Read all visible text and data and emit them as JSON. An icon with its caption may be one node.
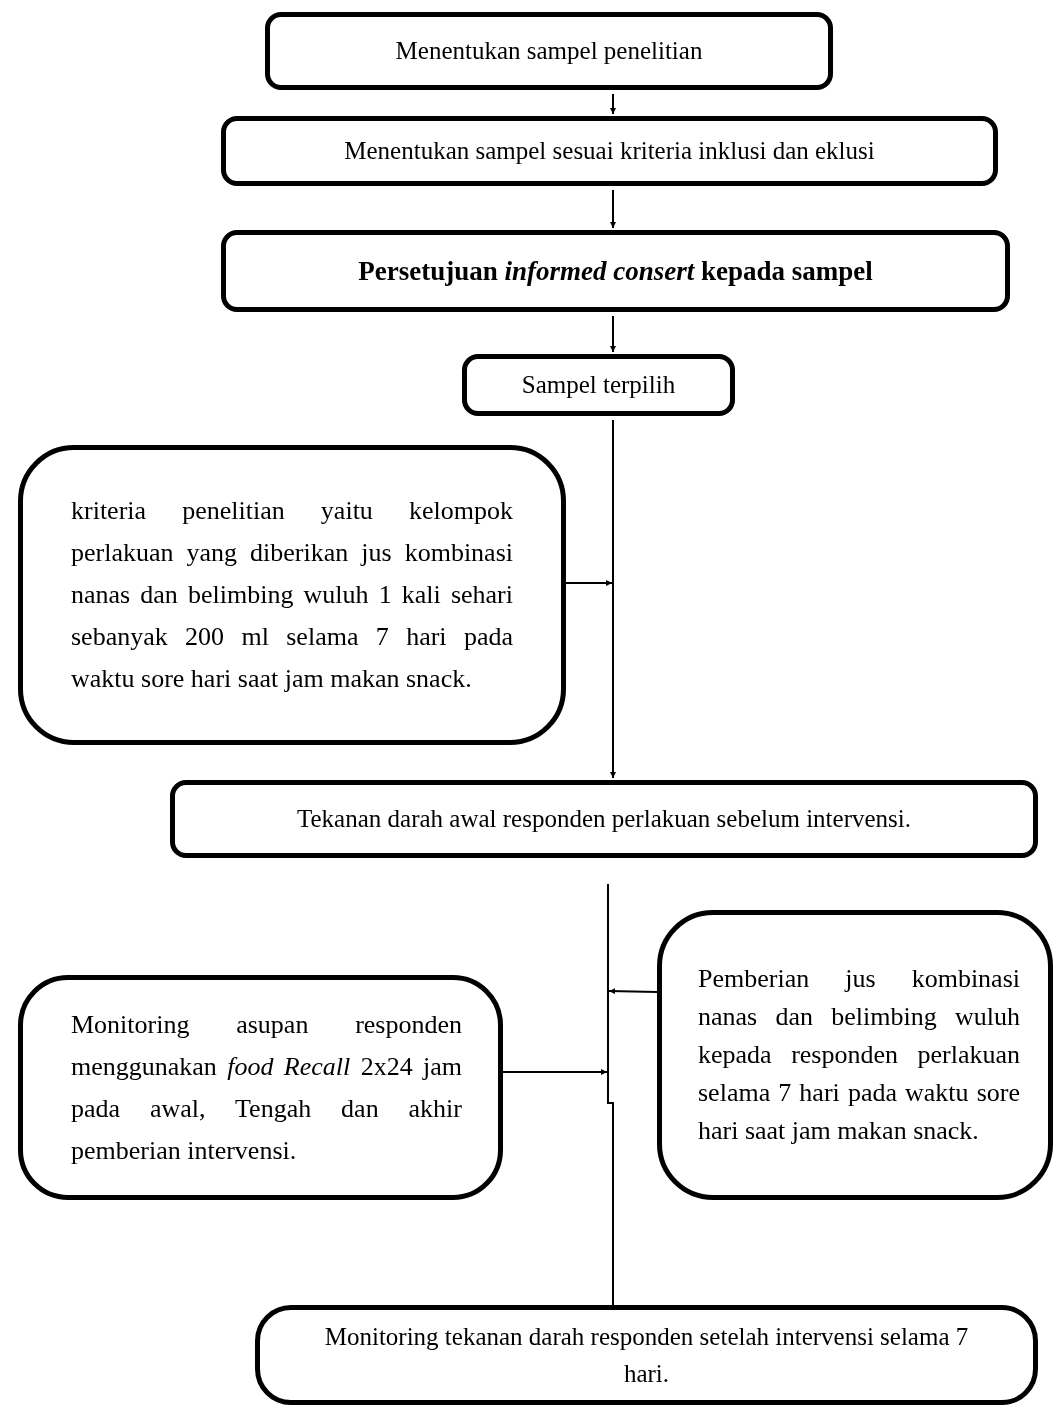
{
  "diagram": {
    "nodes": [
      {
        "text": [
          "Menentukan sampel penelitian"
        ]
      },
      {
        "text": [
          "Menentukan sampel sesuai kriteria inklusi dan eklusi"
        ]
      },
      {
        "text": [
          "Persetujuan *informed consert* kepada sampel"
        ]
      },
      {
        "text": [
          "Sampel terpilih"
        ]
      },
      {
        "text": [
          "kriteria penelitian yaitu kelompok perlakuan yang diberikan jus kombinasi nanas dan belimbing wuluh 1 kali sehari sebanyak 200 ml selama 7 hari pada waktu sore hari saat jam makan snack."
        ]
      },
      {
        "text": [
          "Tekanan darah awal responden perlakuan sebelum intervensi."
        ]
      },
      {
        "text": [
          "Pemberian jus kombinasi nanas dan belimbing wuluh kepada responden perlakuan selama 7 hari pada waktu sore hari saat jam makan snack."
        ]
      },
      {
        "text": [
          "Monitoring asupan responden menggunakan *food Recall* 2x24 jam pada awal, Tengah dan akhir pemberian intervensi."
        ]
      },
      {
        "text": [
          "Monitoring tekanan darah responden setelah intervensi selama 7 hari."
        ]
      }
    ],
    "edges": [
      {
        "from": 0,
        "to": 1,
        "arrow": "to"
      },
      {
        "from": 1,
        "to": 2,
        "arrow": "to"
      },
      {
        "from": 2,
        "to": 3,
        "arrow": "to"
      },
      {
        "from": 3,
        "to": 5,
        "arrow": "to"
      },
      {
        "from": 4,
        "to": null,
        "arrow": "to"
      },
      {
        "from": 6,
        "to": null,
        "arrow": "to"
      },
      {
        "from": 7,
        "to": null,
        "arrow": "to"
      },
      {
        "from": null,
        "to": 8,
        "arrow": "none"
      }
    ]
  }
}
